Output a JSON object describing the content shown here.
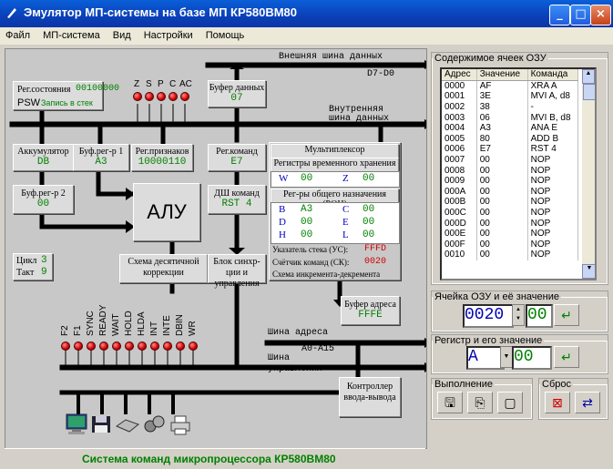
{
  "window": {
    "title": "Эмулятор МП-системы на базе МП КР580ВМ80"
  },
  "menu": [
    "Файл",
    "МП-система",
    "Вид",
    "Настройки",
    "Помощь"
  ],
  "buses": {
    "data_ext_top": "Внешняя шина данных",
    "data_ext_bits": "D7-D0",
    "data_int": "Внутренняя шина данных",
    "addr": "Шина адреса",
    "addr_bits": "A0-A15",
    "ctrl": "Шина управления"
  },
  "flags": {
    "labels": [
      "Z",
      "S",
      "P",
      "C",
      "AC"
    ]
  },
  "status_reg": {
    "label": "Рег.состояния",
    "value": "00100000",
    "psw": "PSW",
    "psw_note": "Запись в стек"
  },
  "data_buffer": {
    "label": "Буфер данных",
    "value": "07"
  },
  "accumulator": {
    "label": "Аккумулятор",
    "value": "DB"
  },
  "buf1": {
    "label": "Буф.рег-р 1",
    "value": "A3"
  },
  "flags_reg": {
    "label": "Рег.признаков",
    "value": "10000110"
  },
  "cmd_reg": {
    "label": "Рег.команд",
    "value": "E7"
  },
  "buf2": {
    "label": "Буф.рег-р 2",
    "value": "00"
  },
  "alu": {
    "label": "АЛУ"
  },
  "decoder": {
    "label": "ДШ команд",
    "value": "RST 4"
  },
  "decimal": {
    "label": "Схема десятичной коррекции"
  },
  "sync": {
    "label": "Блок синхр-ции и управления"
  },
  "cycle": {
    "label": "Цикл",
    "value": "3"
  },
  "tact": {
    "label": "Такт",
    "value": "9"
  },
  "mux": {
    "title": "Мультиплексор",
    "temp_title": "Регистры временного хранения",
    "W": {
      "name": "W",
      "value": "00"
    },
    "Z": {
      "name": "Z",
      "value": "00"
    },
    "gp_title": "Рег-ры общего назначения (РОН)",
    "B": {
      "name": "B",
      "value": "A3"
    },
    "C": {
      "name": "C",
      "value": "00"
    },
    "D": {
      "name": "D",
      "value": "00"
    },
    "E": {
      "name": "E",
      "value": "00"
    },
    "H": {
      "name": "H",
      "value": "00"
    },
    "L": {
      "name": "L",
      "value": "00"
    },
    "sp_label": "Указатель стека (УС):",
    "sp_value": "FFFD",
    "pc_label": "Счётчик команд (СК):",
    "pc_value": "0020",
    "incdec": "Схема инкремента-декремента"
  },
  "addr_buffer": {
    "label": "Буфер адреса",
    "value": "FFFE"
  },
  "ctrl_signals": [
    "F2",
    "F1",
    "SYNC",
    "READY",
    "WAIT",
    "HOLD",
    "HLDA",
    "INT",
    "INTE",
    "DBIN",
    "WR"
  ],
  "io_controller": {
    "label": "Контроллер ввода-вывода"
  },
  "statusbar": "Система команд микропроцессора КР580ВМ80",
  "memory": {
    "legend": "Содержимое ячеек ОЗУ",
    "headers": [
      "Адрес",
      "Значение",
      "Команда"
    ],
    "rows": [
      [
        "0000",
        "AF",
        "XRA A"
      ],
      [
        "0001",
        "3E",
        "MVI A, d8"
      ],
      [
        "0002",
        "38",
        "-"
      ],
      [
        "0003",
        "06",
        "MVI B, d8"
      ],
      [
        "0004",
        "A3",
        "ANA E"
      ],
      [
        "0005",
        "80",
        "ADD B"
      ],
      [
        "0006",
        "E7",
        "RST 4"
      ],
      [
        "0007",
        "00",
        "NOP"
      ],
      [
        "0008",
        "00",
        "NOP"
      ],
      [
        "0009",
        "00",
        "NOP"
      ],
      [
        "000A",
        "00",
        "NOP"
      ],
      [
        "000B",
        "00",
        "NOP"
      ],
      [
        "000C",
        "00",
        "NOP"
      ],
      [
        "000D",
        "00",
        "NOP"
      ],
      [
        "000E",
        "00",
        "NOP"
      ],
      [
        "000F",
        "00",
        "NOP"
      ],
      [
        "0010",
        "00",
        "NOP"
      ]
    ]
  },
  "cell_group": {
    "legend": "Ячейка ОЗУ и её значение",
    "addr": "0020",
    "value": "00"
  },
  "reg_group": {
    "legend": "Регистр и его значение",
    "reg": "A",
    "value": "00"
  },
  "exec_group": {
    "legend": "Выполнение"
  },
  "reset_group": {
    "legend": "Сброс"
  },
  "icons": [
    "cpu-icon",
    "save-icon",
    "keyboard-icon",
    "tape-icon",
    "printer-icon"
  ]
}
